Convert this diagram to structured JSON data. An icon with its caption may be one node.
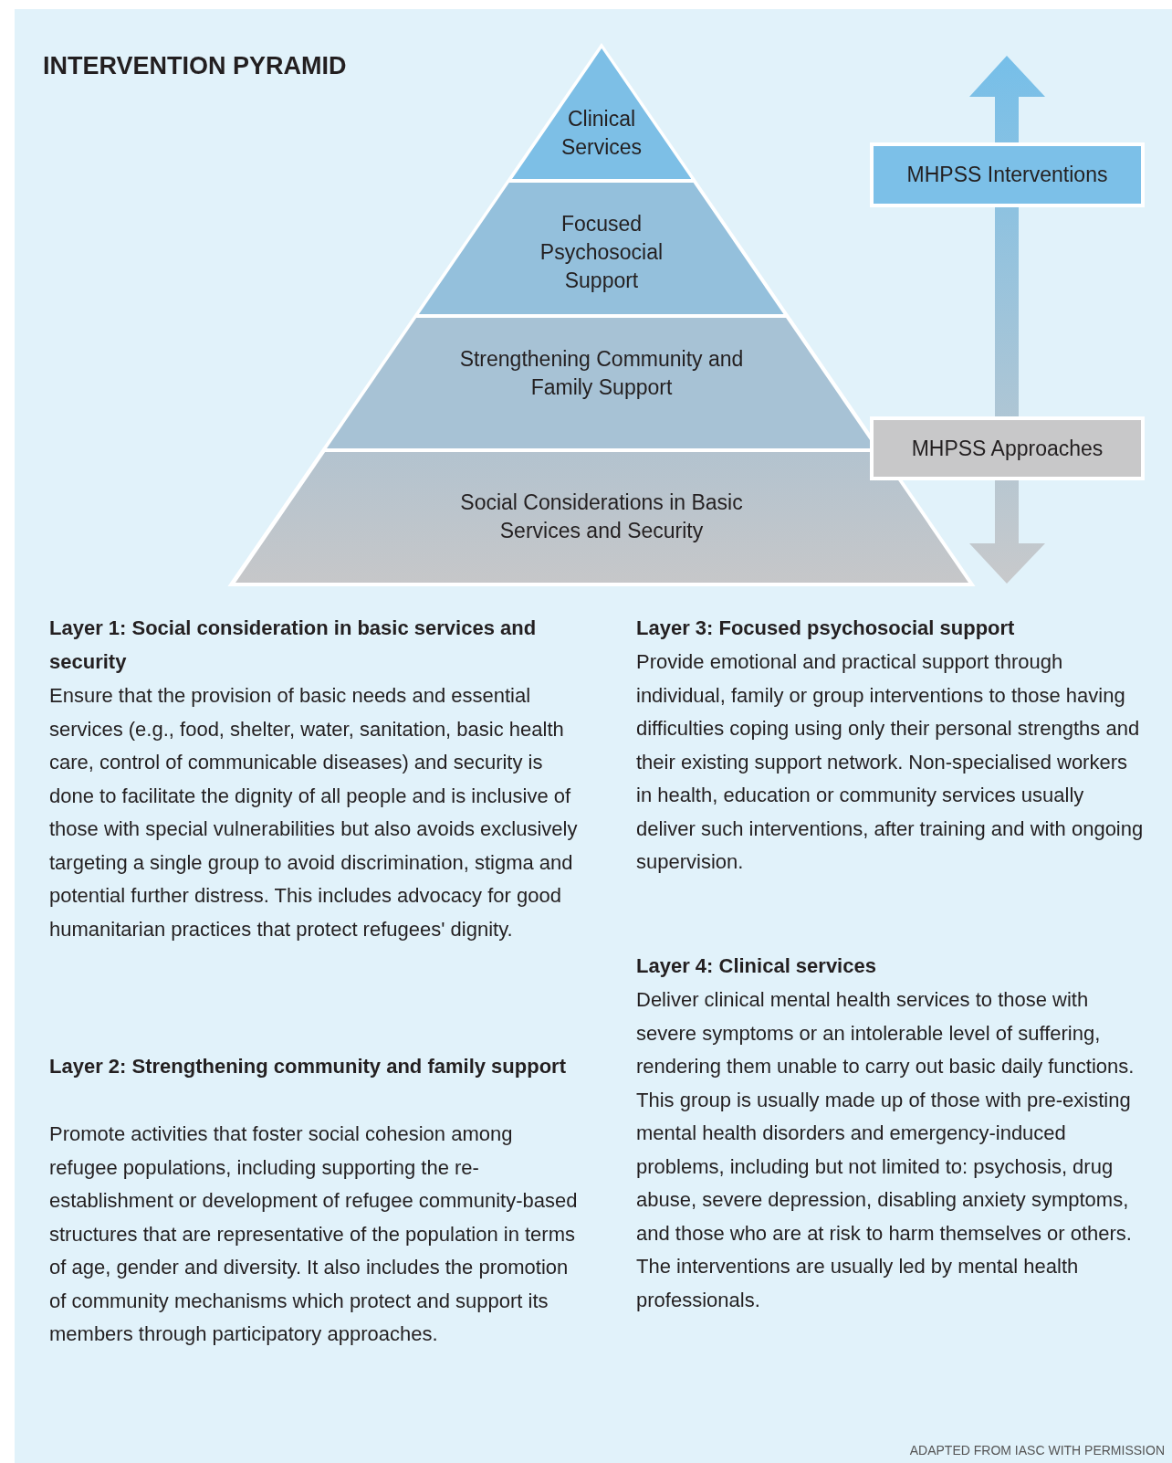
{
  "diagram": {
    "title": "INTERVENTION PYRAMID",
    "nodes": [
      {
        "text": [
          "Clinical Services"
        ]
      },
      {
        "text": [
          "Focused Psychosocial Support"
        ]
      },
      {
        "text": [
          "Strengthening Community and Family Support"
        ]
      },
      {
        "text": [
          "Social Considerations in Basic Services and Security"
        ]
      },
      {
        "text": [
          "MHPSS Interventions"
        ]
      },
      {
        "text": [
          "MHPSS Approaches"
        ]
      }
    ],
    "labels": [
      "Layer 1: Social consideration in basic services and security",
      "Ensure that the provision of basic needs and essential services (e.g., food, shelter, water, sanitation, basic health care, control of communicable diseases) and security is done to facilitate the dignity of all people and is inclusive of those with special vulnerabilities but also avoids exclusively targeting a single group to avoid discrimination, stigma and potential further distress. This includes advocacy for good humanitarian practices that protect refugees' dignity.",
      "Layer 2: Strengthening community and family support",
      "Promote activities that foster social cohesion among refugee populations, including supporting the re-establishment or development of refugee community-based structures that are representative of the population in terms of age, gender and diversity. It also includes the promotion of community mechanisms which protect and support its members through participatory approaches.",
      "Layer 3: Focused psychosocial support",
      "Provide emotional and practical support through individual, family or group interventions to those having difficulties coping using only their personal strengths and their existing support network. Non-specialised workers in health, education or community services usually deliver such interventions, after training and with ongoing supervision.",
      "Layer 4: Clinical services",
      "Deliver clinical mental health services to those with severe symptoms or an intolerable level of suffering, rendering them unable to carry out basic daily functions. This group is usually made up of those with pre-existing mental health disorders and emergency-induced problems, including but not limited to: psychosis, drug abuse, severe depression, disabling anxiety symptoms, and those who are at risk to harm themselves or others. The interventions are usually led by mental health professionals."
    ],
    "caption": "ADAPTED FROM IASC WITH PERMISSION"
  }
}
